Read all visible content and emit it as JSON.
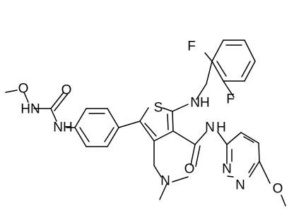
{
  "structure": {
    "atoms": {
      "f1": "F",
      "f2": "F",
      "s": "S",
      "nh_amine": "NH",
      "o_methoxyamine": "O",
      "hn_methoxyurea": "HN",
      "o_urea": "O",
      "nh_urea": "NH",
      "nh_amide": "N",
      "h_amide": "H",
      "n_dimethyl": "N",
      "o_amide": "O",
      "n_pyridazine_1": "N",
      "n_pyridazine_2": "N",
      "o_methoxy_pyridazine": "O"
    }
  }
}
